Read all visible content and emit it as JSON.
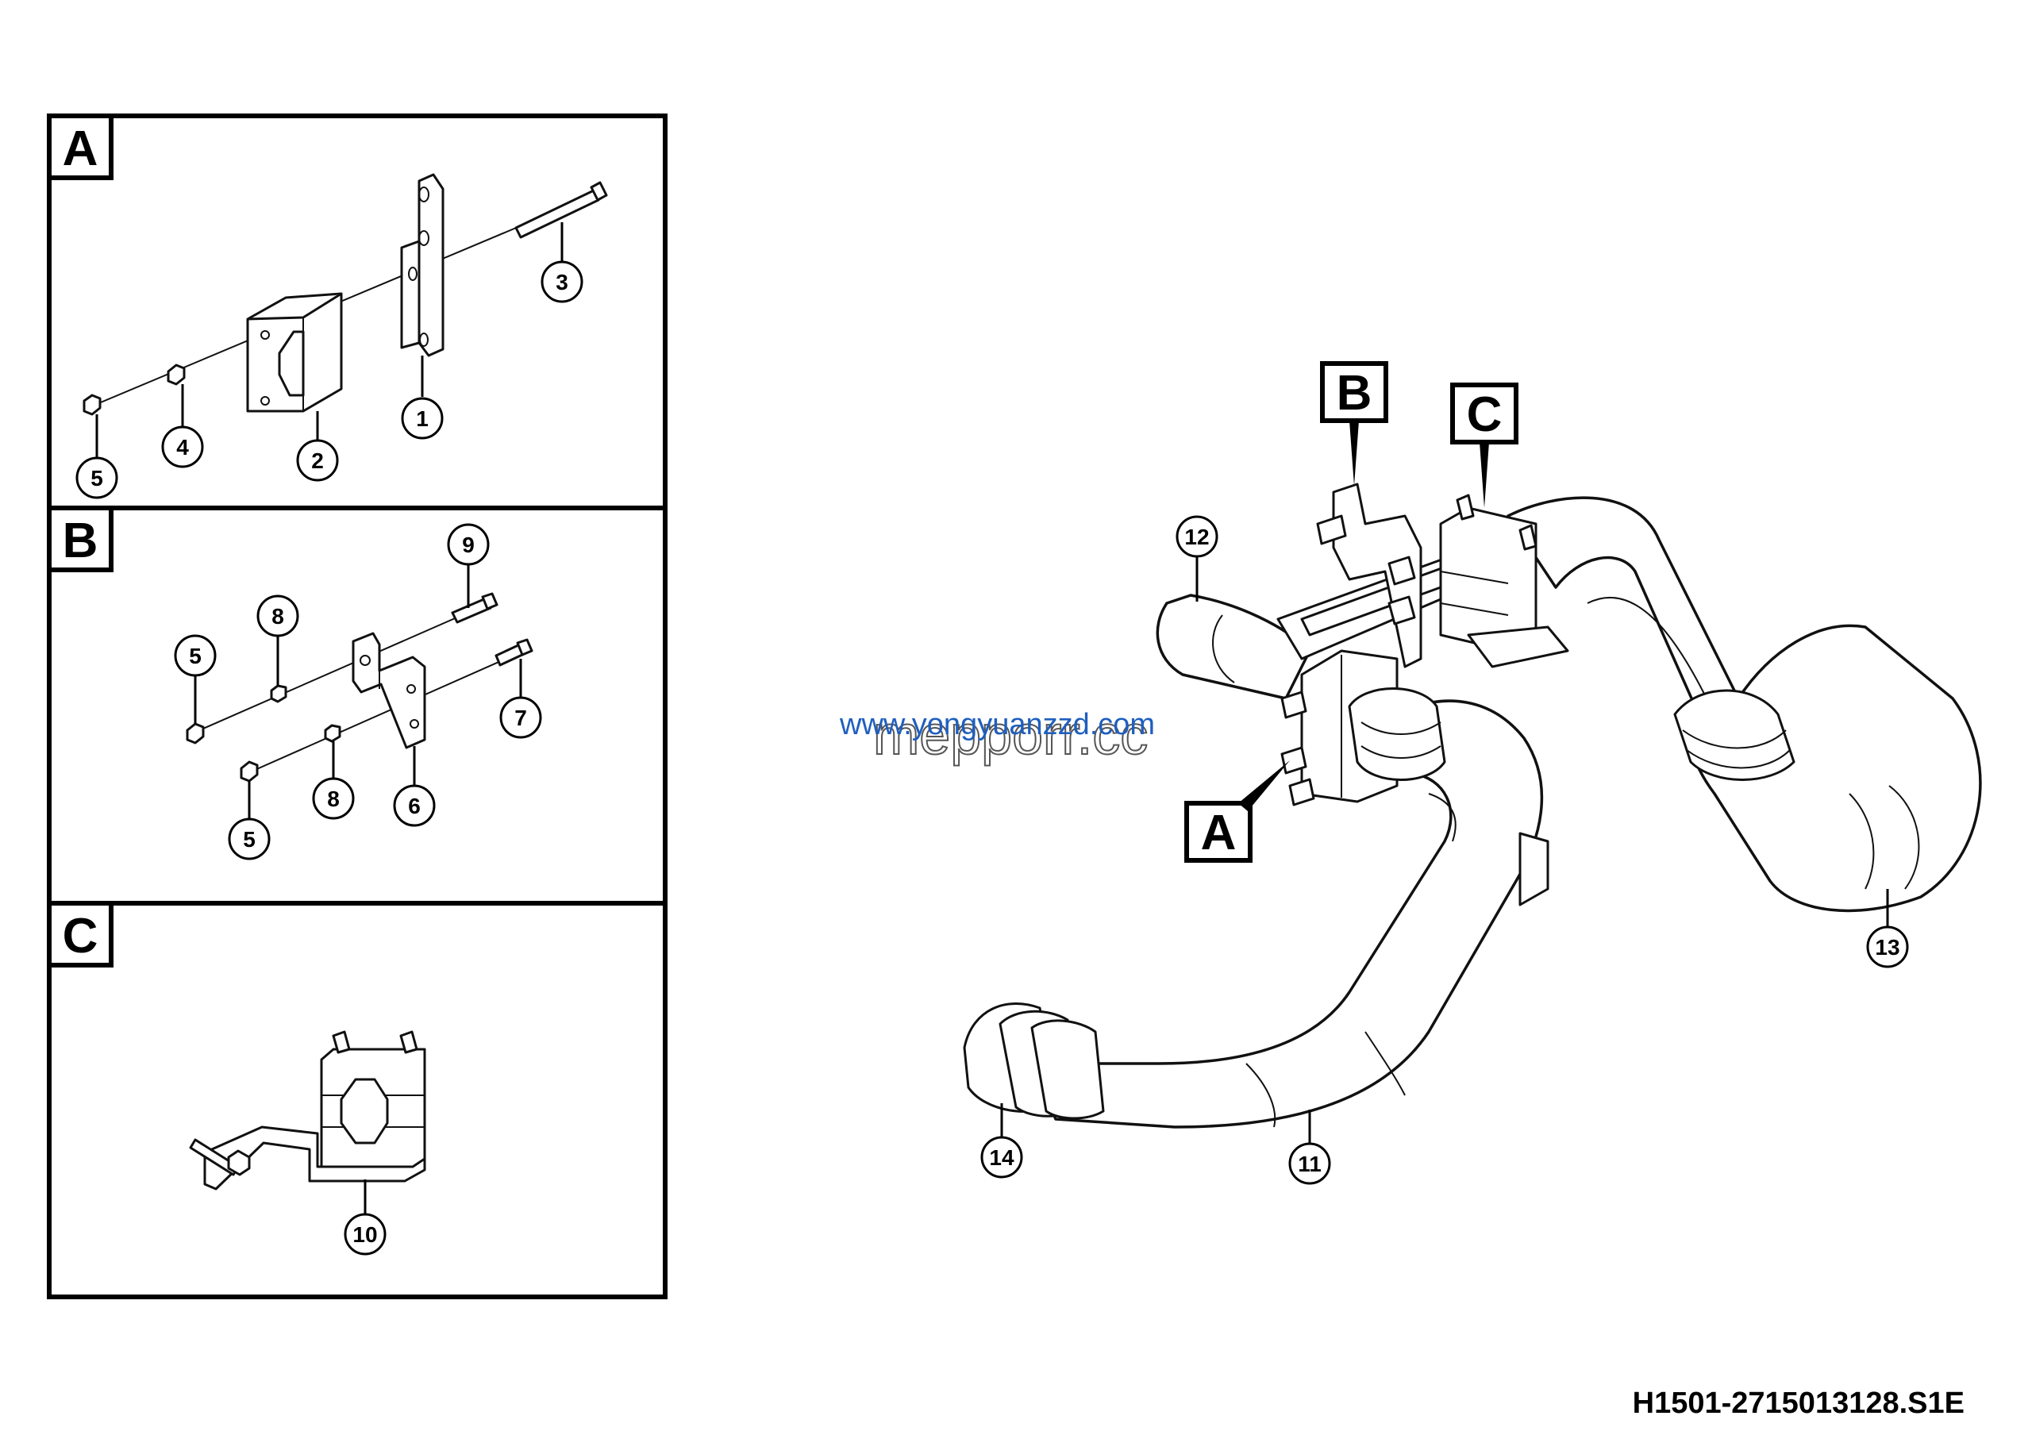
{
  "panels": [
    {
      "label": "A"
    },
    {
      "label": "B"
    },
    {
      "label": "C"
    }
  ],
  "views": [
    {
      "label": "B"
    },
    {
      "label": "C"
    },
    {
      "label": "A"
    }
  ],
  "callouts": {
    "c1": "1",
    "c2": "2",
    "c3": "3",
    "c4": "4",
    "c5a": "5",
    "c5b1": "5",
    "c5b2": "5",
    "c6": "6",
    "c7": "7",
    "c8a": "8",
    "c8b": "8",
    "c9": "9",
    "c10": "10",
    "c11": "11",
    "c12": "12",
    "c13": "13",
    "c14": "14"
  },
  "watermark": {
    "line1": "www.yongyuanzzd.com",
    "line2": "mepporr.cc"
  },
  "drawing_id": "H1501-2715013128.S1E"
}
